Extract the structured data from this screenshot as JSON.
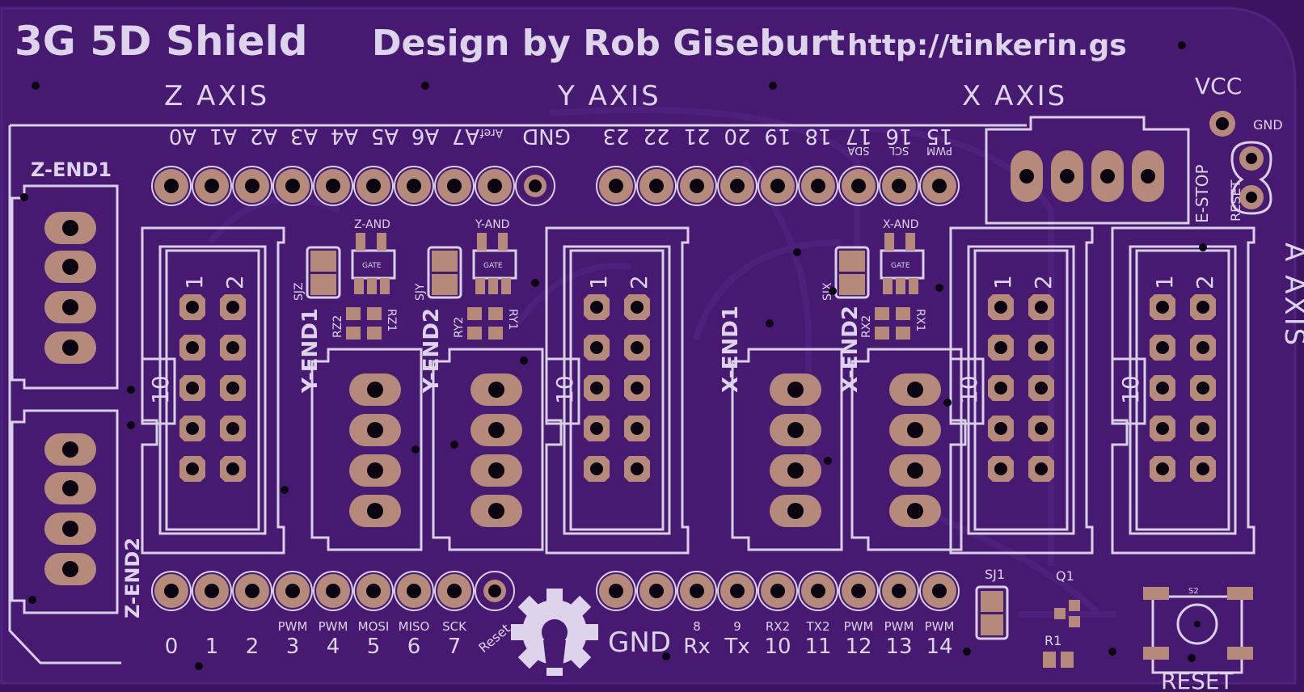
{
  "title": "3G 5D Shield",
  "designer": "Design by Rob Giseburt",
  "url": "http://tinkerin.gs",
  "axes": {
    "z": "Z AXIS",
    "y": "Y AXIS",
    "x": "X AXIS",
    "a": "A AXIS"
  },
  "power": {
    "vcc": "VCC",
    "gnd": "GND",
    "reset": "RESET",
    "estop": "E-STOP"
  },
  "top_header_left": [
    "A0",
    "A1",
    "A2",
    "A3",
    "A4",
    "A5",
    "A6",
    "A7",
    "Aref",
    "GND"
  ],
  "top_header_right": [
    "23",
    "22",
    "21",
    "20",
    "19",
    "18",
    "17",
    "16",
    "15"
  ],
  "top_header_right_sub": [
    "",
    "",
    "",
    "",
    "",
    "",
    "SDA",
    "SCL",
    "PWM"
  ],
  "bottom_left_nums": [
    "0",
    "1",
    "2",
    "3",
    "4",
    "5",
    "6",
    "7"
  ],
  "bottom_left_sub": [
    "",
    "",
    "",
    "PWM",
    "PWM",
    "MOSI",
    "MISO",
    "SCK"
  ],
  "bottom_left_reset": "Reset",
  "bottom_right_gnd": "GND",
  "bottom_right_nums": [
    "Rx",
    "Tx",
    "10",
    "11",
    "12",
    "13",
    "14"
  ],
  "bottom_right_sub": [
    "8",
    "9",
    "RX2",
    "TX2",
    "PWM",
    "PWM",
    "PWM"
  ],
  "connectors": {
    "zend1": "Z-END1",
    "zend2": "Z-END2",
    "yend1": "Y-END1",
    "yend2": "Y-END2",
    "xend1": "X-END1",
    "xend2": "X-END2"
  },
  "idc_labels": {
    "one": "1",
    "two": "2",
    "ten": "10"
  },
  "and_gates": {
    "z": "Z-AND",
    "y": "Y-AND",
    "x": "X-AND",
    "gate": "GATE"
  },
  "jumpers": {
    "sjz": "SJZ",
    "sjy": "SJY",
    "sjx": "SJX",
    "sj1": "SJ1"
  },
  "resistors": {
    "rz2": "RZ2",
    "rz1": "RZ1",
    "ry2": "RY2",
    "ry1": "RY1",
    "rx2": "RX2",
    "rx1": "RX1",
    "r1": "R1"
  },
  "misc": {
    "q1": "Q1",
    "s2": "S2"
  },
  "colors": {
    "board": "#3a1460",
    "silk": "#ddd3ea",
    "pad": "#b58a7a",
    "trace": "#4a1f73"
  }
}
